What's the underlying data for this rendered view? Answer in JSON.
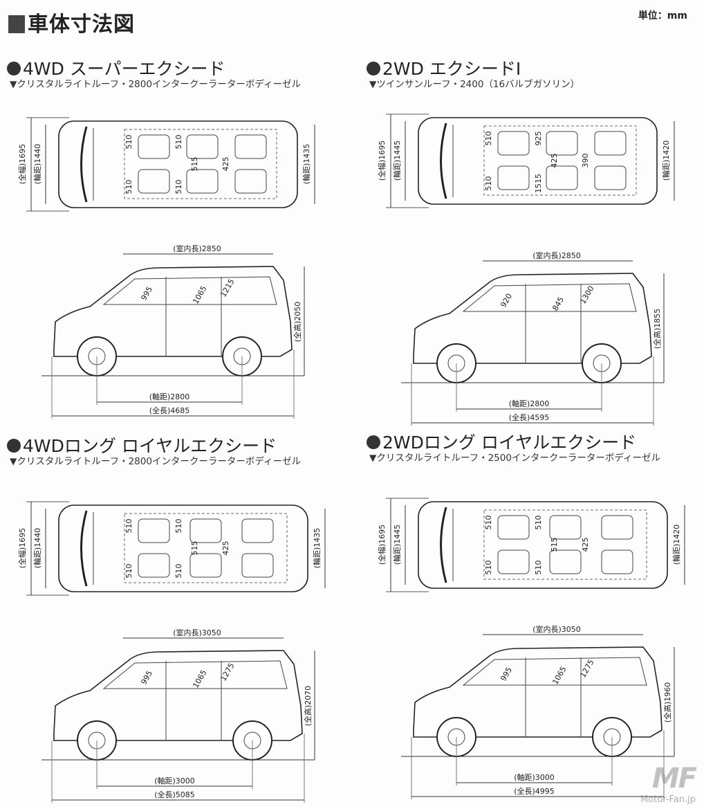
{
  "title": "車体寸法図",
  "unit": "単位：mm",
  "panels": [
    {
      "heading": "4WD スーパーエクシード",
      "sub": "▼クリスタルライトルーフ・2800インタークーラーターボディーゼル",
      "top": {
        "width": "(全幅)1695",
        "tread_f": "(輪距)1440",
        "tread_r": "(輪距)1435",
        "inner": [
          "510",
          "510",
          "510",
          "510",
          "515",
          "425"
        ]
      },
      "side": {
        "room_len": "(室内長)2850",
        "inner": [
          "995",
          "1065",
          "1215"
        ],
        "height": "(全高)2050",
        "wheelbase": "(軸距)2800",
        "length": "(全長)4685"
      }
    },
    {
      "heading": "2WD エクシードⅠ",
      "sub": "▼ツインサンルーフ・2400（16バルブガソリン）",
      "top": {
        "width": "(全幅)1695",
        "tread_f": "(輪距)1445",
        "tread_r": "(輪距)1420",
        "inner": [
          "510",
          "510",
          "925",
          "1515",
          "425",
          "390"
        ]
      },
      "side": {
        "room_len": "(室内長)2850",
        "inner": [
          "920",
          "845",
          "1300"
        ],
        "height": "(全高)1855",
        "wheelbase": "(軸距)2800",
        "length": "(全長)4595"
      }
    },
    {
      "heading": "4WDロング ロイヤルエクシード",
      "sub": "▼クリスタルライトルーフ・2800インタークーラーターボディーゼル",
      "top": {
        "width": "(全幅)1695",
        "tread_f": "(輪距)1440",
        "tread_r": "(輪距)1435",
        "inner": [
          "510",
          "510",
          "510",
          "510",
          "515",
          "425"
        ]
      },
      "side": {
        "room_len": "(室内長)3050",
        "inner": [
          "995",
          "1065",
          "1275"
        ],
        "height": "(全高)2070",
        "wheelbase": "(軸距)3000",
        "length": "(全長)5085"
      }
    },
    {
      "heading": "2WDロング ロイヤルエクシード",
      "sub": "▼クリスタルライトルーフ・2500インタークーラーターボディーゼル",
      "top": {
        "width": "(全幅)1695",
        "tread_f": "(輪距)1445",
        "tread_r": "(輪距)1420",
        "inner": [
          "510",
          "510",
          "510",
          "510",
          "515",
          "425"
        ]
      },
      "side": {
        "room_len": "(室内長)3050",
        "inner": [
          "995",
          "1065",
          "1275"
        ],
        "height": "(全高)1960",
        "wheelbase": "(軸距)3000",
        "length": "(全長)4995"
      }
    }
  ],
  "watermark": {
    "logo": "MF",
    "site": "Motor-Fan.jp"
  }
}
